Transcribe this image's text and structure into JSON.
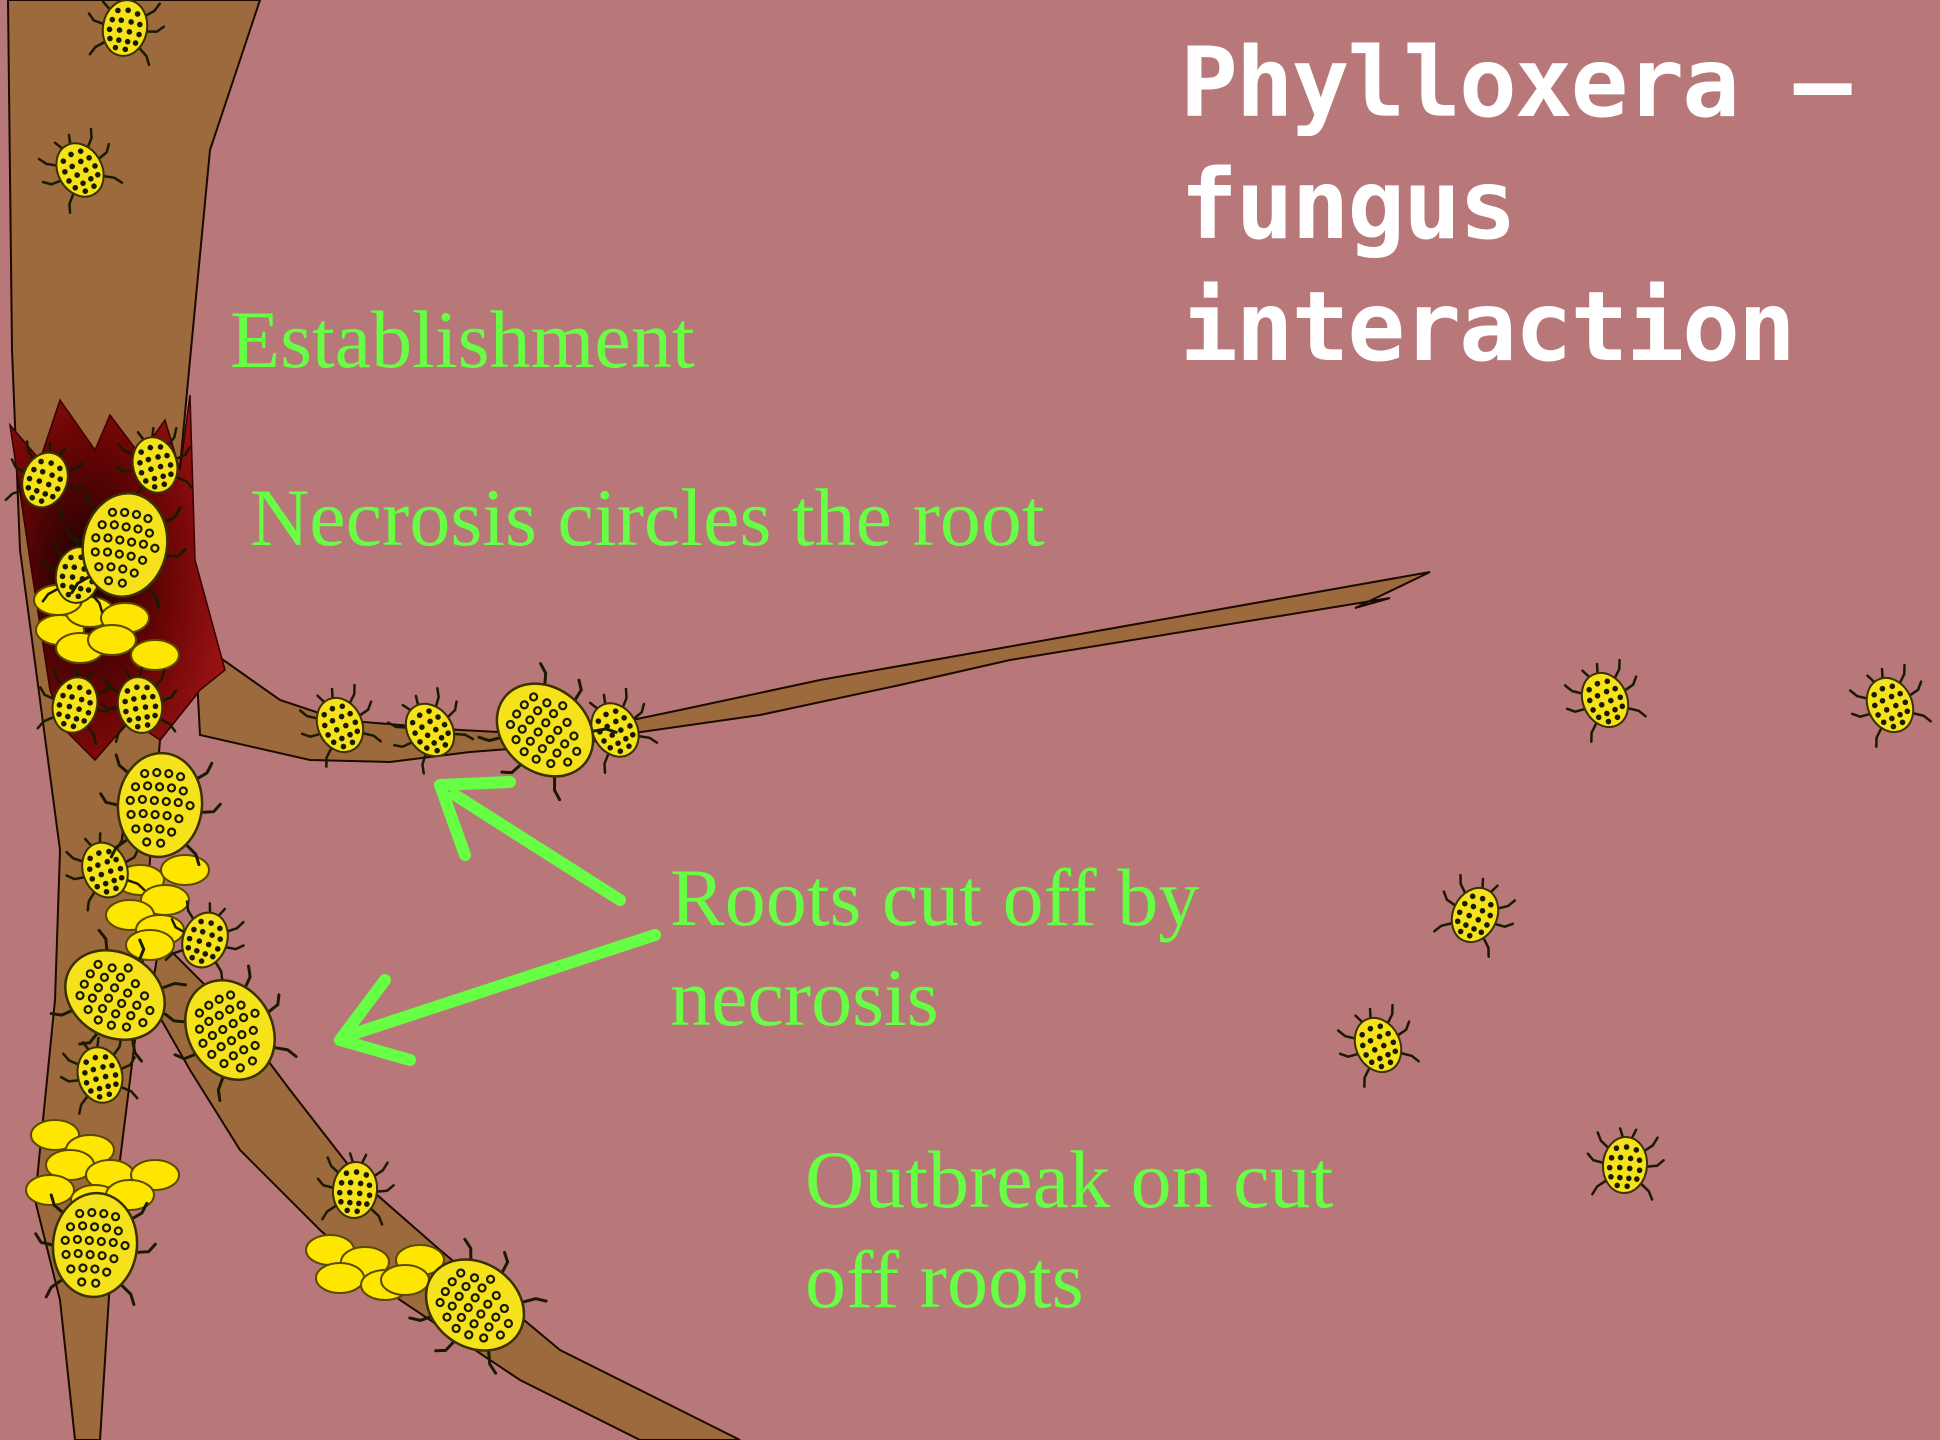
{
  "title": {
    "line1": "Phylloxera –",
    "line2": "fungus",
    "line3": "interaction"
  },
  "labels": {
    "establishment": "Establishment",
    "necrosis": "Necrosis circles the root",
    "roots_cut_line1": "Roots cut off by",
    "roots_cut_line2": "necrosis",
    "outbreak_line1": "Outbreak on cut",
    "outbreak_line2": "off roots"
  },
  "colors": {
    "background": "#b8787a",
    "root": "#9c6a3c",
    "necrosis": "#8a0f0f",
    "label_text": "#66ff44",
    "title_text": "#ffffff",
    "insect_body": "#f5e21a",
    "fungus": "#ffe600",
    "arrow": "#66ff44"
  },
  "icons": {
    "insect": "phylloxera-insect-icon",
    "fungus": "fungus-spore-icon",
    "arrow": "arrow-icon"
  }
}
